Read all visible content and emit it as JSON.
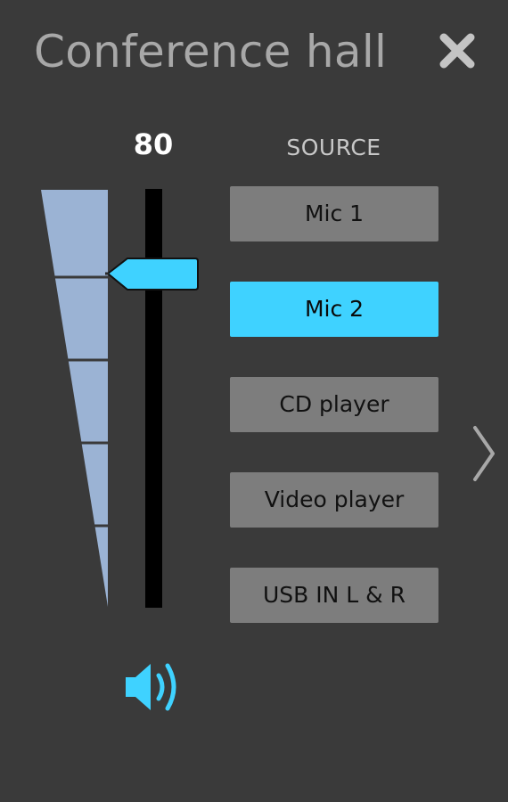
{
  "header": {
    "title": "Conference hall",
    "close_icon": "close-icon"
  },
  "volume": {
    "value_label": "80",
    "level_percent": 80,
    "speaker_icon": "speaker-volume-icon"
  },
  "source": {
    "label": "SOURCE",
    "items": [
      {
        "label": "Mic 1",
        "active": false
      },
      {
        "label": "Mic 2",
        "active": true
      },
      {
        "label": "CD player",
        "active": false
      },
      {
        "label": "Video player",
        "active": false
      },
      {
        "label": "USB IN L & R",
        "active": false
      }
    ]
  },
  "navigation": {
    "next_icon": "chevron-right-icon"
  },
  "colors": {
    "background": "#3a3a3a",
    "accent": "#3fd2ff",
    "button": "#7d7d7d",
    "title": "#a8a8a8",
    "meter": "#9bb3d4"
  }
}
